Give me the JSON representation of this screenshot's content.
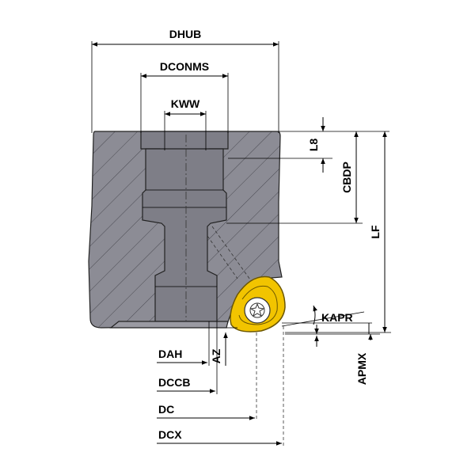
{
  "colors": {
    "body_fill": "#8c8c95",
    "bore_fill": "#7e7e87",
    "hatch": "#4a4a52",
    "insert": "#f2c400",
    "insert_outline": "#6b5600",
    "line": "#000000"
  },
  "labels": {
    "dhub": "DHUB",
    "dconms": "DCONMS",
    "kww": "KWW",
    "l8": "L8",
    "cbdp": "CBDP",
    "lf": "LF",
    "kapr": "KAPR",
    "apmx": "APMX",
    "az": "AZ",
    "dah": "DAH",
    "dccb": "DCCB",
    "dc": "DC",
    "dcx": "DCX"
  },
  "icons": {
    "insert": "triangular-insert-icon",
    "screw": "torx-screw-icon"
  }
}
